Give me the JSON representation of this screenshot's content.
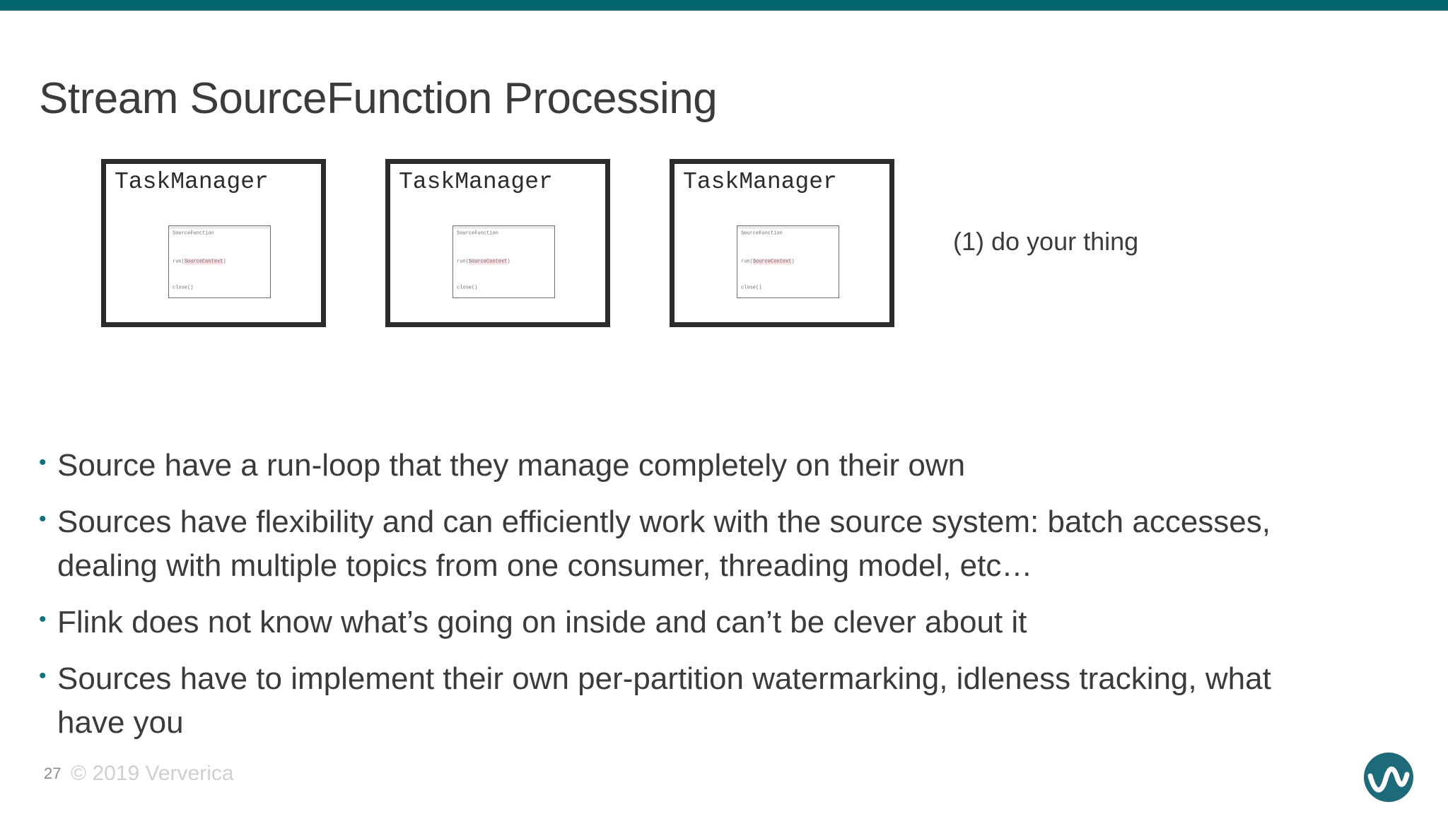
{
  "slide": {
    "title": "Stream SourceFunction Processing",
    "page_number": "27",
    "copyright": "© 2019 Ververica"
  },
  "theme": {
    "accent_bar_color": "#056571",
    "bullet_color": "#0d7380",
    "text_color": "#3b3b3b",
    "logo_color": "#1d6a7a",
    "highlight_color": "#f7d7dd",
    "box_border_color": "#2b2b2b",
    "background": "#ffffff"
  },
  "diagram": {
    "annotation": "(1) do your thing",
    "task_managers": [
      {
        "label": "TaskManager",
        "source_function": {
          "class_name": "SourceFunction",
          "method_run_prefix": "run(",
          "method_run_highlight": "SourceContext",
          "method_run_suffix": ")",
          "method_close": "close()"
        }
      },
      {
        "label": "TaskManager",
        "source_function": {
          "class_name": "SourceFunction",
          "method_run_prefix": "run(",
          "method_run_highlight": "SourceContext",
          "method_run_suffix": ")",
          "method_close": "close()"
        }
      },
      {
        "label": "TaskManager",
        "source_function": {
          "class_name": "SourceFunction",
          "method_run_prefix": "run(",
          "method_run_highlight": "SourceContext",
          "method_run_suffix": ")",
          "method_close": "close()"
        }
      }
    ]
  },
  "bullets": [
    {
      "marker": "•",
      "text": "Source have a run-loop that they manage completely on their own"
    },
    {
      "marker": "•",
      "text": "Sources have flexibility and can efficiently work with the source system: batch accesses, dealing with multiple topics from one consumer, threading model, etc…"
    },
    {
      "marker": "•",
      "text": "Flink does not know what’s going on inside and can’t be clever about it"
    },
    {
      "marker": "•",
      "text": "Sources have to implement their own per-partition watermarking, idleness tracking, what have you"
    }
  ]
}
